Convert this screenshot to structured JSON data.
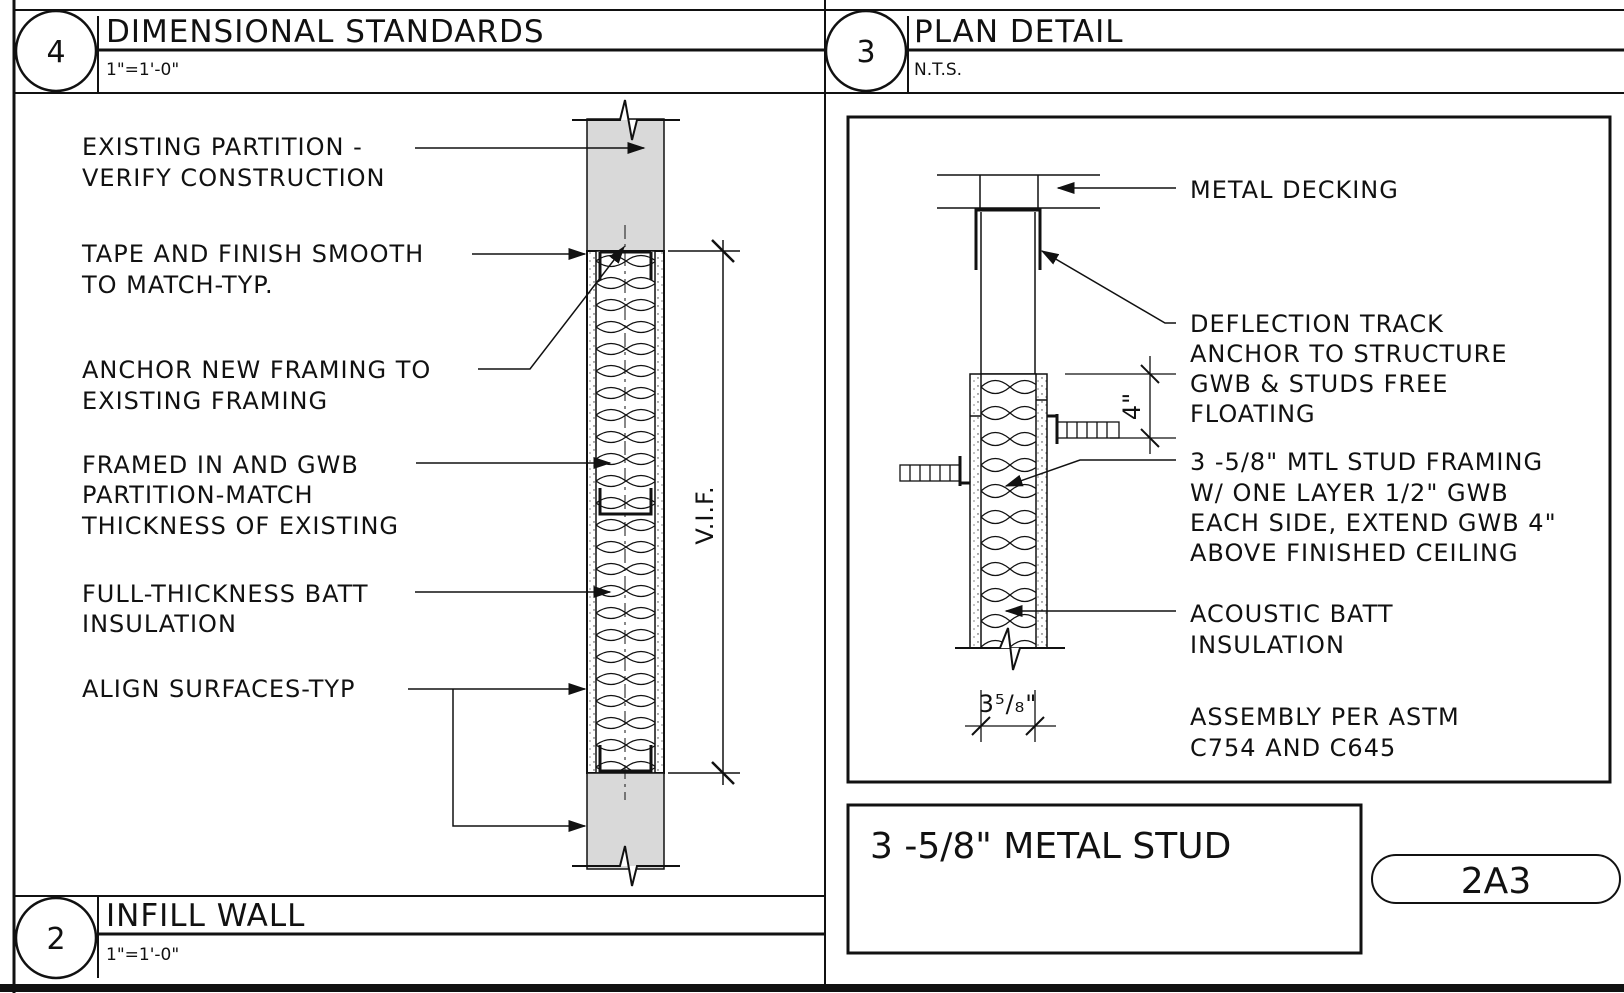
{
  "detail4": {
    "number": "4",
    "title": "DIMENSIONAL STANDARDS",
    "scale": "1\"=1'-0\""
  },
  "detail3": {
    "number": "3",
    "title": "PLAN DETAIL",
    "scale": "N.T.S."
  },
  "detail2": {
    "number": "2",
    "title": "INFILL WALL",
    "scale": "1\"=1'-0\""
  },
  "infill_notes": {
    "existing_partition_1": "EXISTING PARTITION -",
    "existing_partition_2": "VERIFY CONSTRUCTION",
    "tape_finish_1": "TAPE AND FINISH SMOOTH",
    "tape_finish_2": "TO MATCH-TYP.",
    "anchor_1": "ANCHOR NEW FRAMING TO",
    "anchor_2": "EXISTING FRAMING",
    "framed_1": "FRAMED IN AND GWB",
    "framed_2": "PARTITION-MATCH",
    "framed_3": "THICKNESS OF EXISTING",
    "batt_1": "FULL-THICKNESS BATT",
    "batt_2": "INSULATION",
    "align": "ALIGN SURFACES-TYP",
    "vif": "V.I.F."
  },
  "plan_notes": {
    "decking": "METAL DECKING",
    "deflection_1": "DEFLECTION TRACK",
    "deflection_2": "ANCHOR TO STRUCTURE",
    "deflection_3": "GWB & STUDS FREE",
    "deflection_4": "FLOATING",
    "stud_1": "3 -5/8\" MTL STUD FRAMING",
    "stud_2": "W/ ONE LAYER 1/2\" GWB",
    "stud_3": "EACH SIDE, EXTEND GWB 4\"",
    "stud_4": "ABOVE FINISHED CEILING",
    "acoustic_1": "ACOUSTIC BATT",
    "acoustic_2": "INSULATION",
    "assembly_1": "ASSEMBLY PER ASTM",
    "assembly_2": "C754 AND C645",
    "dim_4": "4\"",
    "dim_358": "3⁵/₈\""
  },
  "title_block": {
    "label": "3 -5/8\" METAL STUD",
    "sheet_id": "2A3"
  },
  "colors": {
    "line": "#111111",
    "wall_fill": "#d9d9d9"
  }
}
